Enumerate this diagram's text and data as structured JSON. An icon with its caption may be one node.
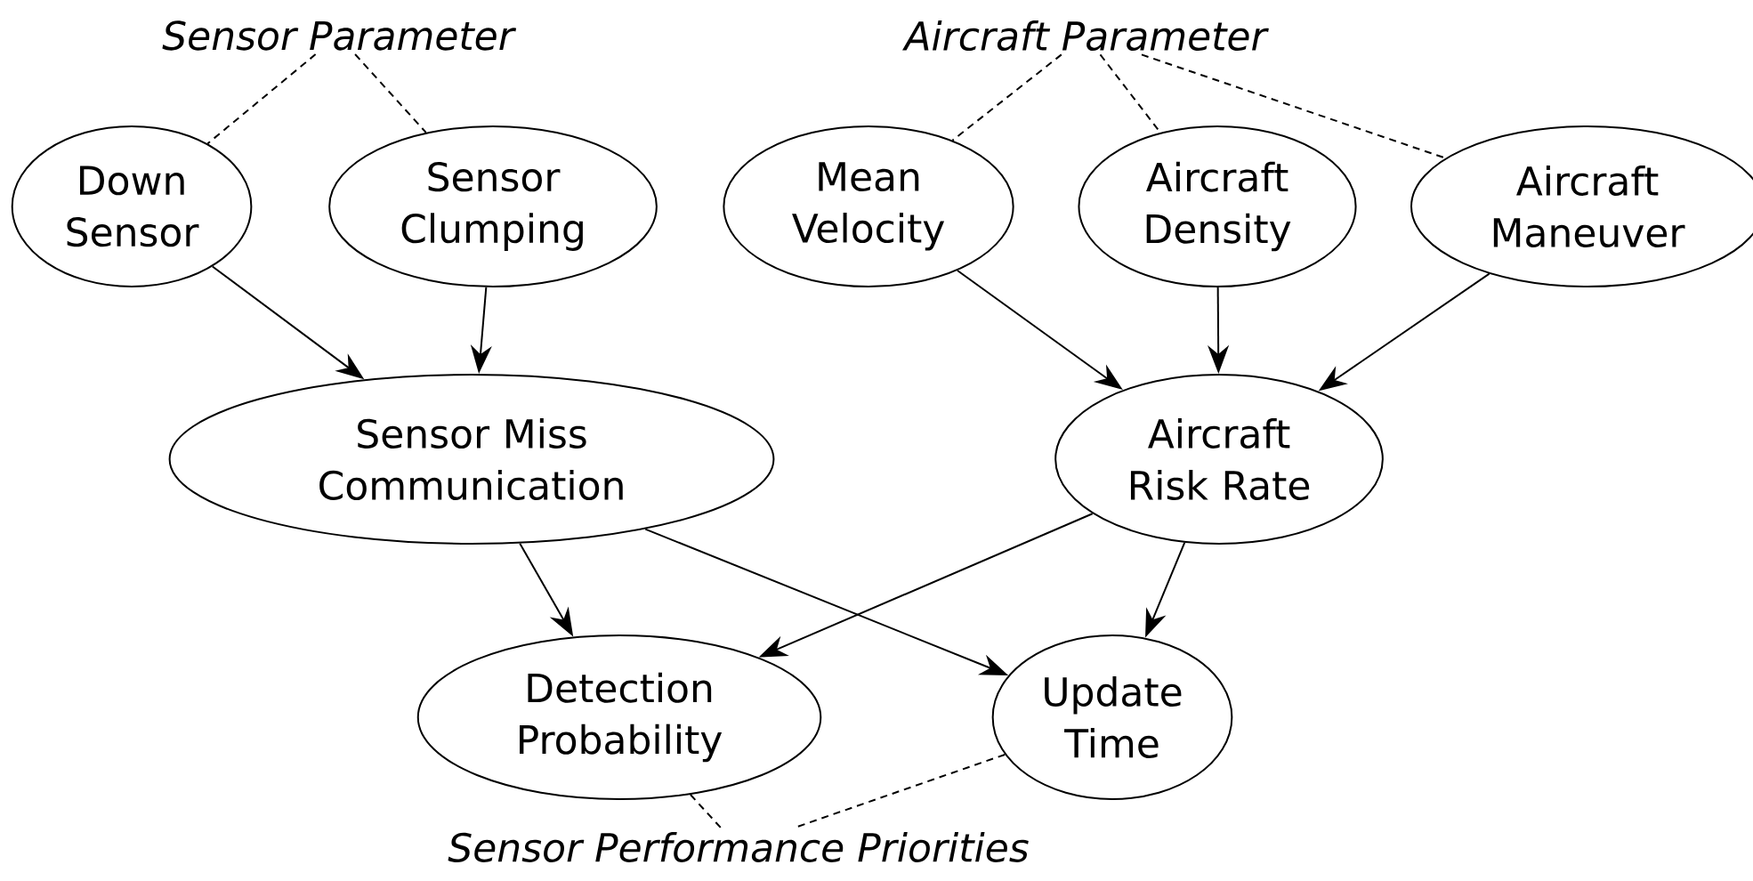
{
  "diagram": {
    "nodes": [
      {
        "text": [
          "Sensor Parameter"
        ]
      },
      {
        "text": [
          "Aircraft Parameter"
        ]
      },
      {
        "text": [
          "Down Sensor"
        ]
      },
      {
        "text": [
          "Sensor Clumping"
        ]
      },
      {
        "text": [
          "Mean Velocity"
        ]
      },
      {
        "text": [
          "Aircraft Density"
        ]
      },
      {
        "text": [
          "Aircraft Maneuver"
        ]
      },
      {
        "text": [
          "Sensor Miss Communication"
        ]
      },
      {
        "text": [
          "Aircraft Risk Rate"
        ]
      },
      {
        "text": [
          "Detection Probability"
        ]
      },
      {
        "text": [
          "Update Time"
        ]
      },
      {
        "text": [
          "Sensor Performance Priorities"
        ]
      }
    ],
    "edges": [
      {
        "from": 0,
        "to": 2,
        "arrow": "none",
        "style": "dashed"
      },
      {
        "from": 0,
        "to": 3,
        "arrow": "none",
        "style": "dashed"
      },
      {
        "from": 1,
        "to": 4,
        "arrow": "none",
        "style": "dashed"
      },
      {
        "from": 1,
        "to": 5,
        "arrow": "none",
        "style": "dashed"
      },
      {
        "from": 1,
        "to": 6,
        "arrow": "none",
        "style": "dashed"
      },
      {
        "from": 2,
        "to": 7,
        "arrow": "to"
      },
      {
        "from": 3,
        "to": 7,
        "arrow": "to"
      },
      {
        "from": 4,
        "to": 8,
        "arrow": "to"
      },
      {
        "from": 5,
        "to": 8,
        "arrow": "to"
      },
      {
        "from": 6,
        "to": 8,
        "arrow": "to"
      },
      {
        "from": 7,
        "to": 9,
        "arrow": "to"
      },
      {
        "from": 7,
        "to": 10,
        "arrow": "to"
      },
      {
        "from": 8,
        "to": 9,
        "arrow": "to"
      },
      {
        "from": 8,
        "to": 10,
        "arrow": "to"
      },
      {
        "from": 9,
        "to": 11,
        "arrow": "none",
        "style": "dashed"
      },
      {
        "from": 10,
        "to": 11,
        "arrow": "none",
        "style": "dashed"
      }
    ]
  }
}
